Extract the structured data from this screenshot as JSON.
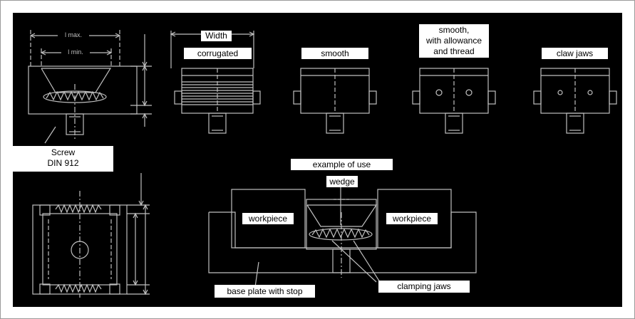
{
  "labels": {
    "width": "Width",
    "corrugated": "corrugated",
    "smooth": "smooth",
    "smooth_allowance": "smooth,\nwith allowance\nand thread",
    "claw_jaws": "claw jaws",
    "screw": "Screw\nDIN 912",
    "example_of_use": "example of use",
    "wedge": "wedge",
    "workpiece_left": "workpiece",
    "workpiece_right": "workpiece",
    "clamping_jaws": "clamping jaws",
    "base_plate": "base plate with stop"
  },
  "dimension_text": {
    "l_max": "l max.",
    "l_min": "l min."
  },
  "colors": {
    "background": "#000000",
    "lines": "#bfbfbf",
    "label_bg": "#ffffff",
    "label_text": "#000000"
  }
}
